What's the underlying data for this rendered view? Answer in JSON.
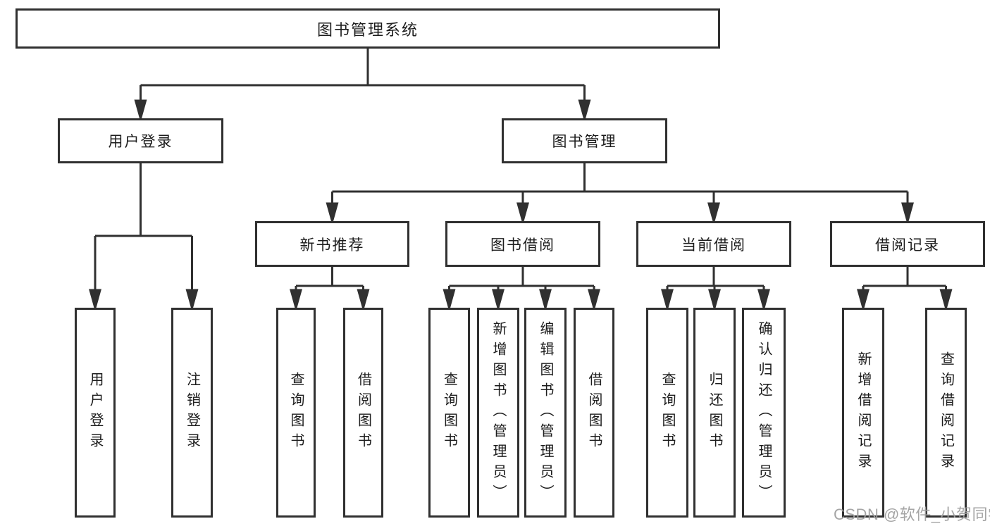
{
  "watermark": "CSDN @软件_小贺同学",
  "colors": {
    "line": "#303030",
    "box_border": "#303030",
    "text": "#1c1c1c",
    "watermark_text": "#9e9e9e",
    "background": "#ffffff"
  },
  "tree": {
    "label": "图书管理系统",
    "children": [
      {
        "label": "用户登录",
        "children": [
          {
            "label": "用户登录"
          },
          {
            "label": "注销登录"
          }
        ]
      },
      {
        "label": "图书管理",
        "children": [
          {
            "label": "新书推荐",
            "children": [
              {
                "label": "查询图书"
              },
              {
                "label": "借阅图书"
              }
            ]
          },
          {
            "label": "图书借阅",
            "children": [
              {
                "label": "查询图书"
              },
              {
                "label": "新增图书（管理员）"
              },
              {
                "label": "编辑图书（管理员）"
              },
              {
                "label": "借阅图书"
              }
            ]
          },
          {
            "label": "当前借阅",
            "children": [
              {
                "label": "查询图书"
              },
              {
                "label": "归还图书"
              },
              {
                "label": "确认归还（管理员）"
              }
            ]
          },
          {
            "label": "借阅记录",
            "children": [
              {
                "label": "新增借阅记录"
              },
              {
                "label": "查询借阅记录"
              }
            ]
          }
        ]
      }
    ]
  }
}
